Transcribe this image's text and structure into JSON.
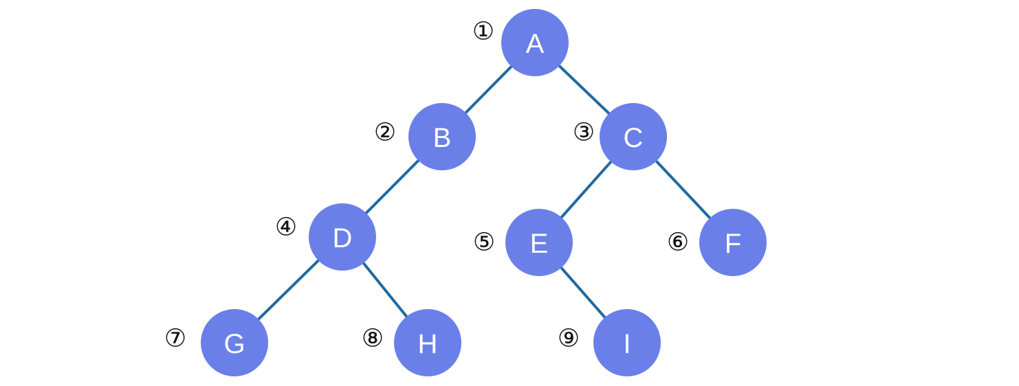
{
  "diagram": {
    "type": "binary-tree",
    "colors": {
      "node_fill": "#6a7fe8",
      "node_text": "#ffffff",
      "edge": "#1f6aa0",
      "order_text": "#111111"
    },
    "nodes": [
      {
        "id": "A",
        "label": "A",
        "order": "①"
      },
      {
        "id": "B",
        "label": "B",
        "order": "②"
      },
      {
        "id": "C",
        "label": "C",
        "order": "③"
      },
      {
        "id": "D",
        "label": "D",
        "order": "④"
      },
      {
        "id": "E",
        "label": "E",
        "order": "⑤"
      },
      {
        "id": "F",
        "label": "F",
        "order": "⑥"
      },
      {
        "id": "G",
        "label": "G",
        "order": "⑦"
      },
      {
        "id": "H",
        "label": "H",
        "order": "⑧"
      },
      {
        "id": "I",
        "label": "I",
        "order": "⑨"
      }
    ],
    "edges": [
      {
        "from": "A",
        "to": "B"
      },
      {
        "from": "A",
        "to": "C"
      },
      {
        "from": "B",
        "to": "D"
      },
      {
        "from": "C",
        "to": "E"
      },
      {
        "from": "C",
        "to": "F"
      },
      {
        "from": "D",
        "to": "G"
      },
      {
        "from": "D",
        "to": "H"
      },
      {
        "from": "E",
        "to": "I"
      }
    ]
  }
}
